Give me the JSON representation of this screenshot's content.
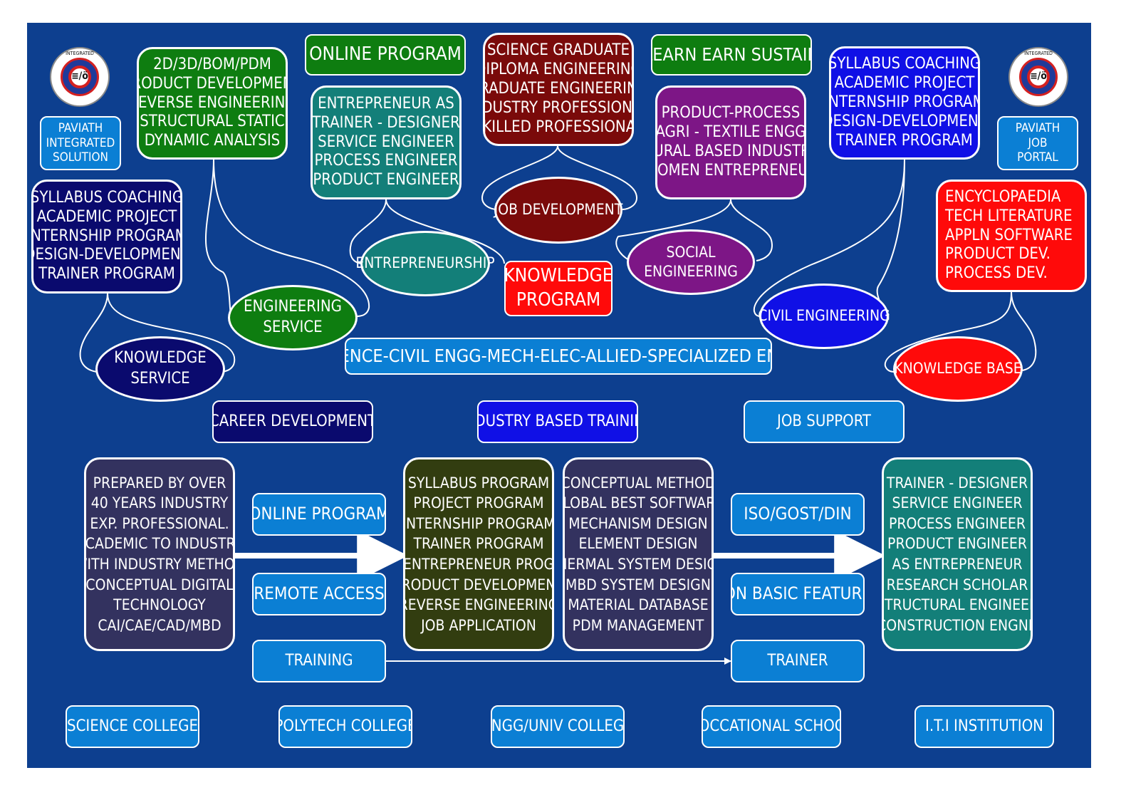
{
  "colors": {
    "background": "#0d3f8f",
    "green": "#0e7d10",
    "teal": "#137f79",
    "maroon": "#7a0a0a",
    "purple": "#7d1686",
    "blue": "#1010e6",
    "navy": "#0a0a6e",
    "red": "#ff0a0a",
    "sky": "#0b7fd4",
    "slate": "#33325f",
    "olive": "#323d10"
  },
  "logos": {
    "left": {
      "ring_text": "INTEGRATED",
      "symbol": "≡/ö"
    },
    "right": {
      "ring_text": "INTEGRATED",
      "symbol": "≡/ö"
    }
  },
  "top": {
    "paviath_integrated": [
      "PAVIATH",
      "INTEGRATED",
      "SOLUTION"
    ],
    "paviath_job_portal": [
      "PAVIATH",
      "JOB",
      "PORTAL"
    ],
    "engineering_list": [
      "2D/3D/BOM/PDM",
      "PRODUCT DEVELOPMENT",
      "REVERSE ENGINEERING",
      "STRUCTURAL STATIC",
      "DYNAMIC ANALYSIS"
    ],
    "online_program": "ONLINE PROGRAM",
    "entrepreneur_list": [
      "ENTREPRENEUR AS",
      "TRAINER - DESIGNER",
      "SERVICE ENGINEER",
      "PROCESS ENGINEER",
      "PRODUCT ENGINEER"
    ],
    "science_list": [
      "SCIENCE GRADUATE",
      "DIPLOMA ENGINEERING",
      "GRADUATE ENGINEERING",
      "INDUSTRY PROFESSIONAL",
      "SKILLED PROFESSIONAL"
    ],
    "learn_earn": "LEARN EARN SUSTAIN",
    "product_process_list": [
      "PRODUCT-PROCESS",
      "AGRI - TEXTILE ENGG",
      "RURAL BASED INDUSTRY",
      "WOMEN ENTREPRENEUR"
    ],
    "syllabus_right_list": [
      "SYLLABUS COACHING",
      "ACADEMIC PROJECT",
      "INTERNSHIP PROGRAM",
      "DESIGN-DEVELOPMENT",
      "TRAINER PROGRAM"
    ],
    "syllabus_left_list": [
      "SYLLABUS COACHING",
      "ACADEMIC PROJECT",
      "INTERNSHIP PROGRAM",
      "DESIGN-DEVELOPMENT",
      "TRAINER PROGRAM"
    ],
    "encyclopaedia_list": [
      "ENCYCLOPAEDIA",
      "TECH LITERATURE",
      "APPLN SOFTWARE",
      "PRODUCT DEV.",
      "PROCESS DEV."
    ],
    "job_development": "JOB DEVELOPMENT",
    "entrepreneurship": "ENTREPRENEURSHIP",
    "knowledge_program": [
      "KNOWLEDGE",
      "PROGRAM"
    ],
    "social_engineering": [
      "SOCIAL",
      "ENGINEERING"
    ],
    "engineering_service": [
      "ENGINEERING",
      "SERVICE"
    ],
    "civil_engineering": "CIVIL ENGINEERING",
    "knowledge_service": [
      "KNOWLEDGE",
      "SERVICE"
    ],
    "knowledge_base": "KNOWLEDGE BASE",
    "banner": "SCIENCE-CIVIL ENGG-MECH-ELEC-ALLIED-SPECIALIZED ENGG"
  },
  "middle": {
    "career_development": "CAREER DEVELOPMENT",
    "industry_training": "INDUSTRY BASED TRAINING",
    "job_support": "JOB SUPPORT"
  },
  "bottom": {
    "prepared_list": [
      "PREPARED BY OVER",
      "40 YEARS INDUSTRY",
      "EXP. PROFESSIONAL.",
      "ACADEMIC TO INDUSTRY",
      "WITH INDUSTRY METHOD",
      "CONCEPTUAL DIGITAL",
      "TECHNOLOGY",
      "CAI/CAE/CAD/MBD"
    ],
    "online_program": "ONLINE PROGRAM",
    "remote_access": "REMOTE ACCESS",
    "training": "TRAINING",
    "program_list": [
      "SYLLABUS PROGRAM",
      "PROJECT PROGRAM",
      "INTERNSHIP PROGRAM",
      "TRAINER PROGRAM",
      "ENTREPRENEUR PROG",
      "PRODUCT DEVELOPMENT",
      "REVERSE ENGINEERING",
      "JOB APPLICATION"
    ],
    "method_list": [
      "CONCEPTUAL METHOD",
      "GLOBAL BEST SOFTWARE",
      "MECHANISM DESIGN",
      "ELEMENT DESIGN",
      "THERMAL SYSTEM DESIGN",
      "MBD SYSTEM DESIGN",
      "MATERIAL DATABASE",
      "PDM MANAGEMENT"
    ],
    "iso": "ISO/GOST/DIN",
    "basic_feature": "ON BASIC FEATURE",
    "trainer": "TRAINER",
    "roles_list": [
      "TRAINER - DESIGNER",
      "SERVICE ENGINEER",
      "PROCESS ENGINEER",
      "PRODUCT ENGINEER",
      "AS ENTREPRENEUR",
      "RESEARCH SCHOLAR",
      "STRUCTURAL ENGINEER",
      "CONSTRUCTION ENGNR"
    ]
  },
  "institutions": [
    "SCIENCE COLLEGE",
    "POLYTECH COLLEGE",
    "ENGG/UNIV COLLEGE",
    "VOCCATIONAL SCHOOL",
    "I.T.I INSTITUTION"
  ]
}
